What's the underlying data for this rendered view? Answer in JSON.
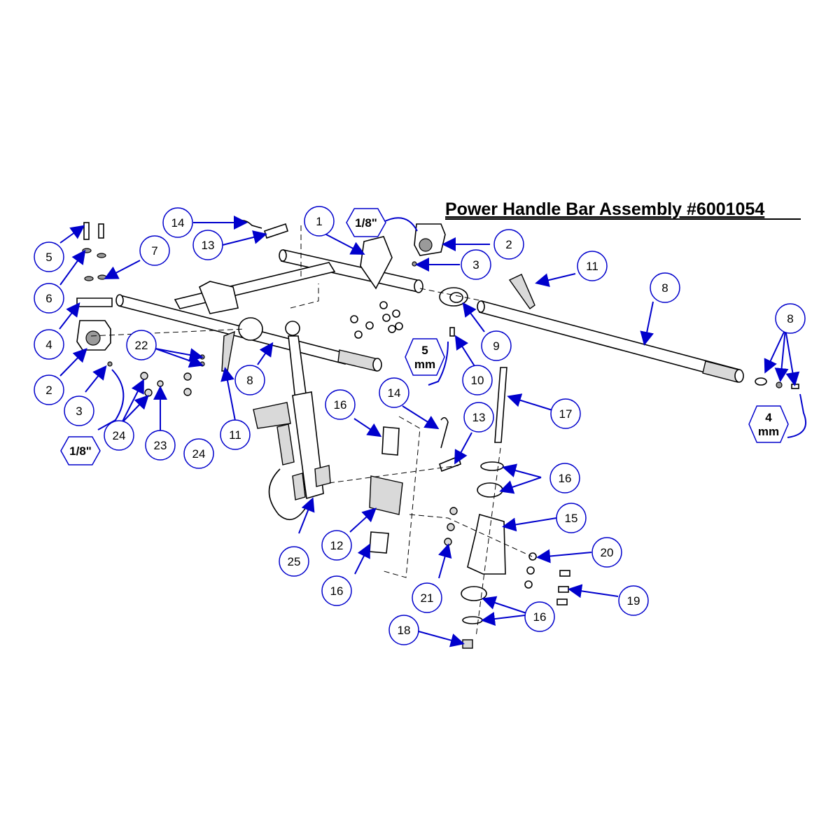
{
  "title": "Power Handle Bar Assembly #6001054",
  "colors": {
    "callout": "#0000cc",
    "outline": "#000000"
  },
  "callouts": [
    {
      "id": "c5a",
      "label": "5"
    },
    {
      "id": "c6",
      "label": "6"
    },
    {
      "id": "c7",
      "label": "7"
    },
    {
      "id": "c4",
      "label": "4"
    },
    {
      "id": "c2a",
      "label": "2"
    },
    {
      "id": "c3a",
      "label": "3"
    },
    {
      "id": "c14a",
      "label": "14"
    },
    {
      "id": "c13a",
      "label": "13"
    },
    {
      "id": "c1",
      "label": "1"
    },
    {
      "id": "c2b",
      "label": "2"
    },
    {
      "id": "c3b",
      "label": "3"
    },
    {
      "id": "c11a",
      "label": "11"
    },
    {
      "id": "c8a",
      "label": "8"
    },
    {
      "id": "c8b",
      "label": "8"
    },
    {
      "id": "c9",
      "label": "9"
    },
    {
      "id": "c10",
      "label": "10"
    },
    {
      "id": "c22",
      "label": "22"
    },
    {
      "id": "c8c",
      "label": "8"
    },
    {
      "id": "c11b",
      "label": "11"
    },
    {
      "id": "c24a",
      "label": "24"
    },
    {
      "id": "c23",
      "label": "23"
    },
    {
      "id": "c24b",
      "label": "24"
    },
    {
      "id": "c16a",
      "label": "16"
    },
    {
      "id": "c14b",
      "label": "14"
    },
    {
      "id": "c13b",
      "label": "13"
    },
    {
      "id": "c17",
      "label": "17"
    },
    {
      "id": "c16b",
      "label": "16"
    },
    {
      "id": "c15",
      "label": "15"
    },
    {
      "id": "c12",
      "label": "12"
    },
    {
      "id": "c25",
      "label": "25"
    },
    {
      "id": "c16c",
      "label": "16"
    },
    {
      "id": "c21",
      "label": "21"
    },
    {
      "id": "c20",
      "label": "20"
    },
    {
      "id": "c19",
      "label": "19"
    },
    {
      "id": "c16d",
      "label": "16"
    },
    {
      "id": "c18",
      "label": "18"
    }
  ],
  "hex_labels": [
    {
      "id": "h18a",
      "line1": "1/8\"",
      "line2": ""
    },
    {
      "id": "h18b",
      "line1": "1/8\"",
      "line2": ""
    },
    {
      "id": "h5mm",
      "line1": "5",
      "line2": "mm"
    },
    {
      "id": "h4mm",
      "line1": "4",
      "line2": "mm"
    }
  ]
}
